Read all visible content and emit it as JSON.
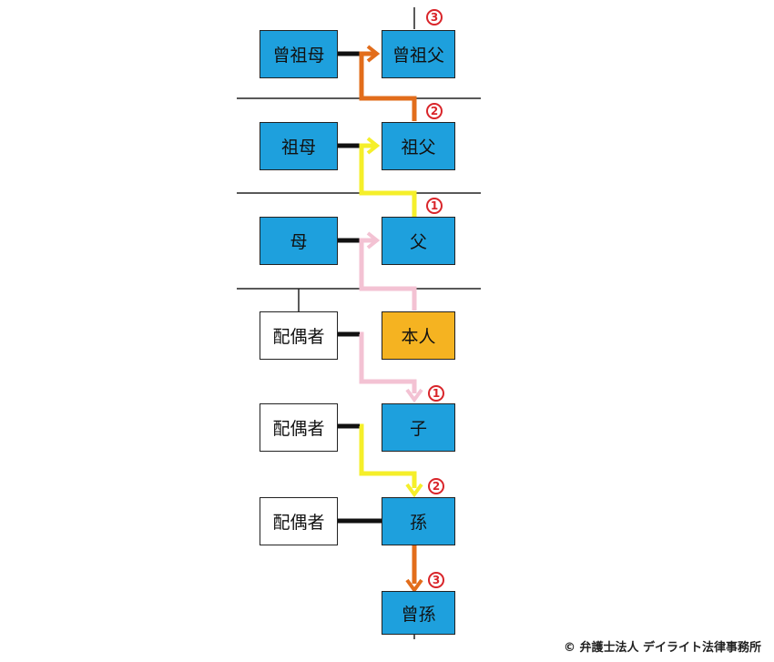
{
  "colors": {
    "blue_box": "#1ea0dd",
    "self_box": "#f5b321",
    "white_box": "#ffffff",
    "orange_arrow": "#e26d1b",
    "yellow_arrow": "#f5ef2a",
    "pink_arrow": "#f3c2d3",
    "badge_red": "#d9252a"
  },
  "nodes": {
    "great_grandmother": "曾祖母",
    "great_grandfather": "曾祖父",
    "grandmother": "祖母",
    "grandfather": "祖父",
    "mother": "母",
    "father": "父",
    "spouse_self": "配偶者",
    "self": "本人",
    "spouse_child": "配偶者",
    "child": "子",
    "spouse_grandchild": "配偶者",
    "grandchild": "孫",
    "great_grandchild": "曾孫"
  },
  "badges": {
    "ancestor_1": "1",
    "ancestor_2": "2",
    "ancestor_3": "3",
    "descendant_1": "1",
    "descendant_2": "2",
    "descendant_3": "3"
  },
  "footer": {
    "copyright": "© 弁護士法人 デイライト法律事務所"
  }
}
